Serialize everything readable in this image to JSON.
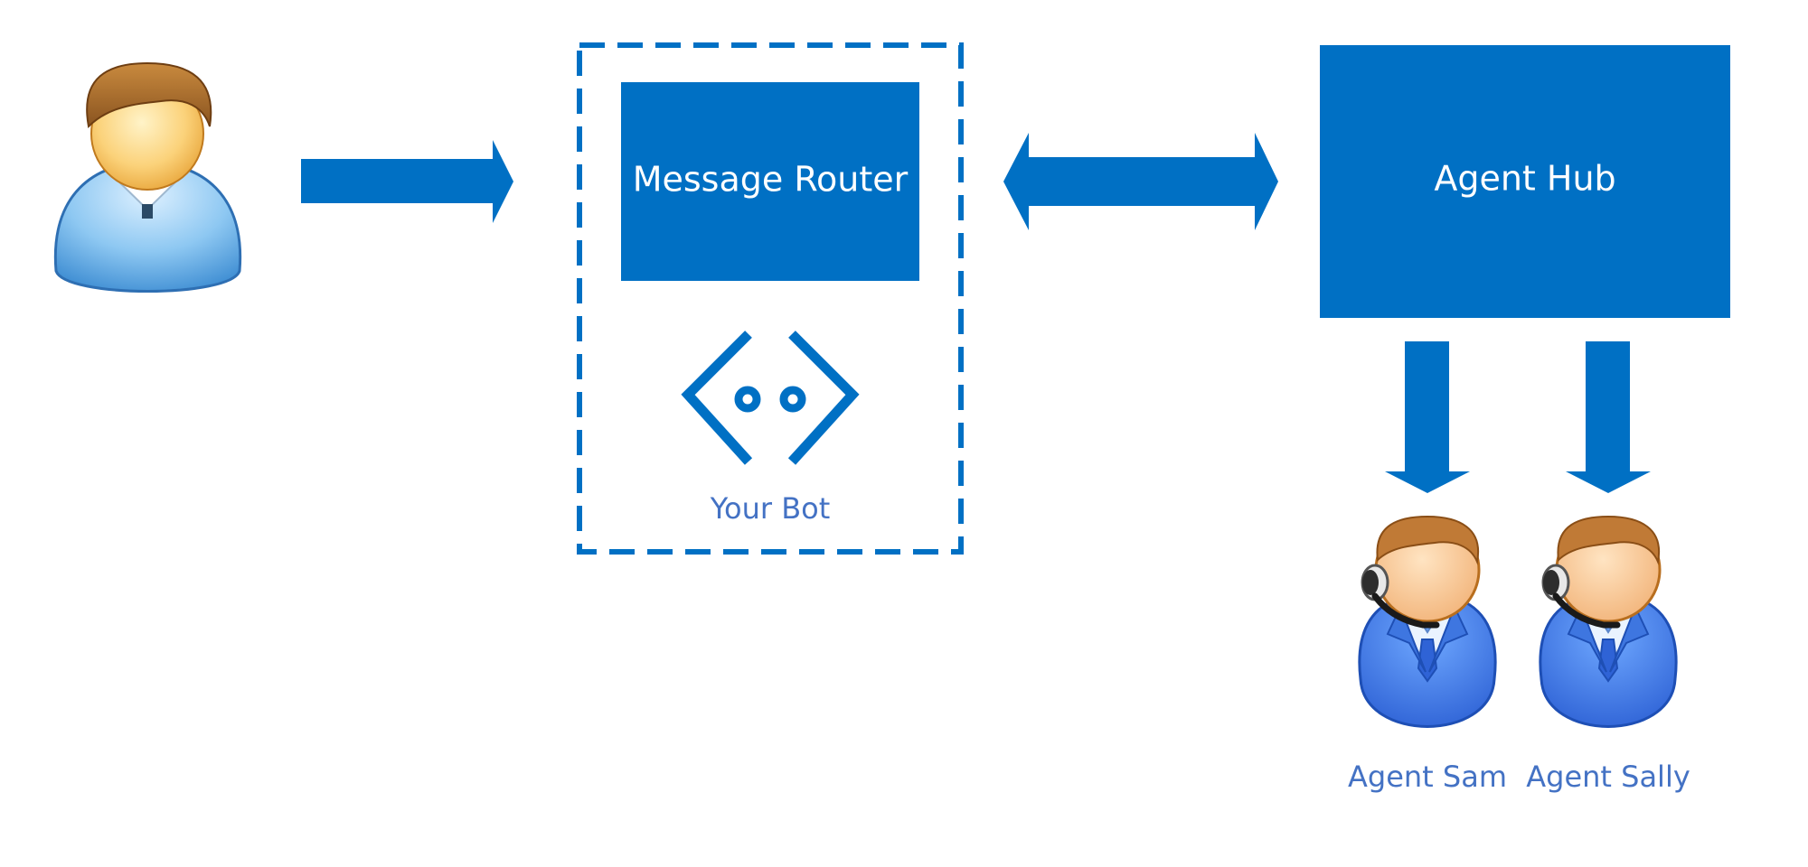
{
  "colors": {
    "primary": "#0070C4",
    "caption": "#4472C4",
    "background": "#FFFFFF"
  },
  "nodes": {
    "user": {
      "icon": "user-person-icon"
    },
    "message_router": {
      "label": "Message Router"
    },
    "your_bot": {
      "label": "Your Bot",
      "icon": "bot-brackets-icon"
    },
    "agent_hub": {
      "label": "Agent Hub"
    },
    "agent_sam": {
      "label": "Agent Sam",
      "icon": "agent-headset-icon"
    },
    "agent_sally": {
      "label": "Agent Sally",
      "icon": "agent-headset-icon"
    }
  },
  "edges": [
    {
      "from": "user",
      "to": "message_router",
      "type": "one-way"
    },
    {
      "from": "message_router",
      "to": "agent_hub",
      "type": "two-way"
    },
    {
      "from": "agent_hub",
      "to": "agent_sam",
      "type": "one-way"
    },
    {
      "from": "agent_hub",
      "to": "agent_sally",
      "type": "one-way"
    }
  ]
}
